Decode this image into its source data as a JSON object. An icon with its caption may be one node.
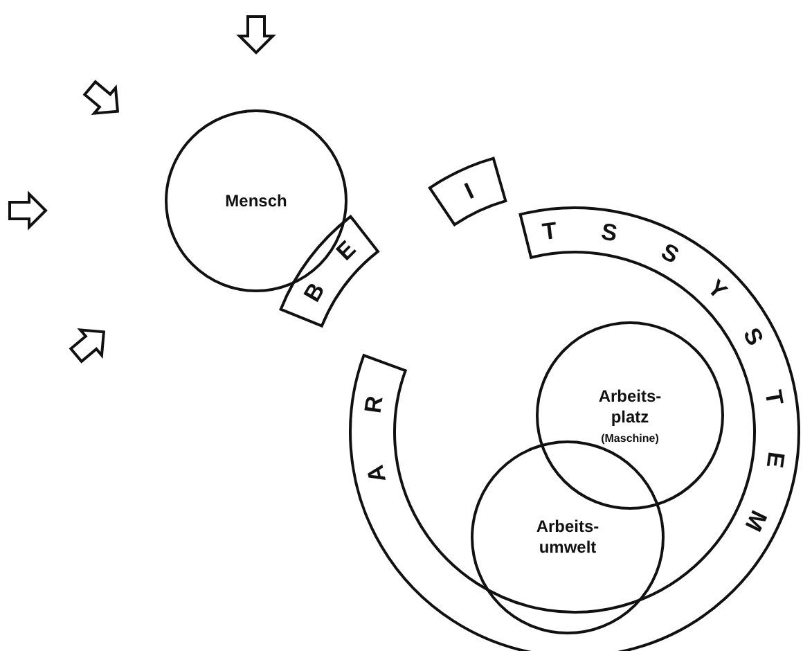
{
  "diagram": {
    "nodes": [
      {
        "text": [
          "Mensch"
        ]
      },
      {
        "text": [
          "Arbeits- platz",
          "(Maschine)"
        ]
      },
      {
        "text": [
          "Arbeits- umwelt"
        ]
      }
    ],
    "labels": [
      "A",
      "R",
      "B",
      "E",
      "I",
      "T",
      "S",
      "S",
      "Y",
      "S",
      "T",
      "E",
      "M"
    ]
  }
}
